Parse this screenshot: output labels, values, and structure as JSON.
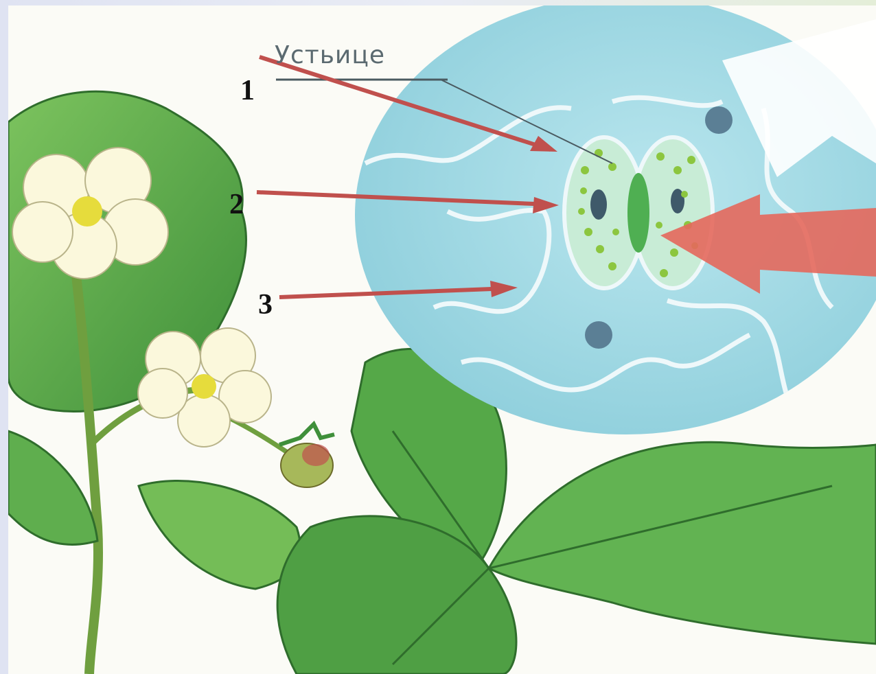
{
  "diagram": {
    "caption": "Устьице",
    "markers": [
      {
        "id": 1,
        "label": "1"
      },
      {
        "id": 2,
        "label": "2"
      },
      {
        "id": 3,
        "label": "3"
      }
    ],
    "colors": {
      "arrow": "#c0504d",
      "leaf": "#5fae4e",
      "lens": "#a7dbe4",
      "cell_wall": "#eef8fa",
      "big_arrow": "#e4685c"
    }
  }
}
